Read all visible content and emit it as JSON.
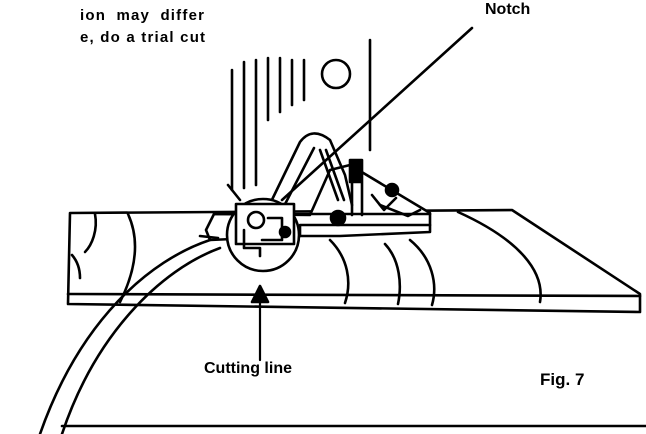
{
  "note": {
    "line1": "ion may differ",
    "line2": "e, do a trial cut"
  },
  "labels": {
    "notch": "Notch",
    "cutting_line": "Cutting line",
    "figure": "Fig. 7"
  }
}
